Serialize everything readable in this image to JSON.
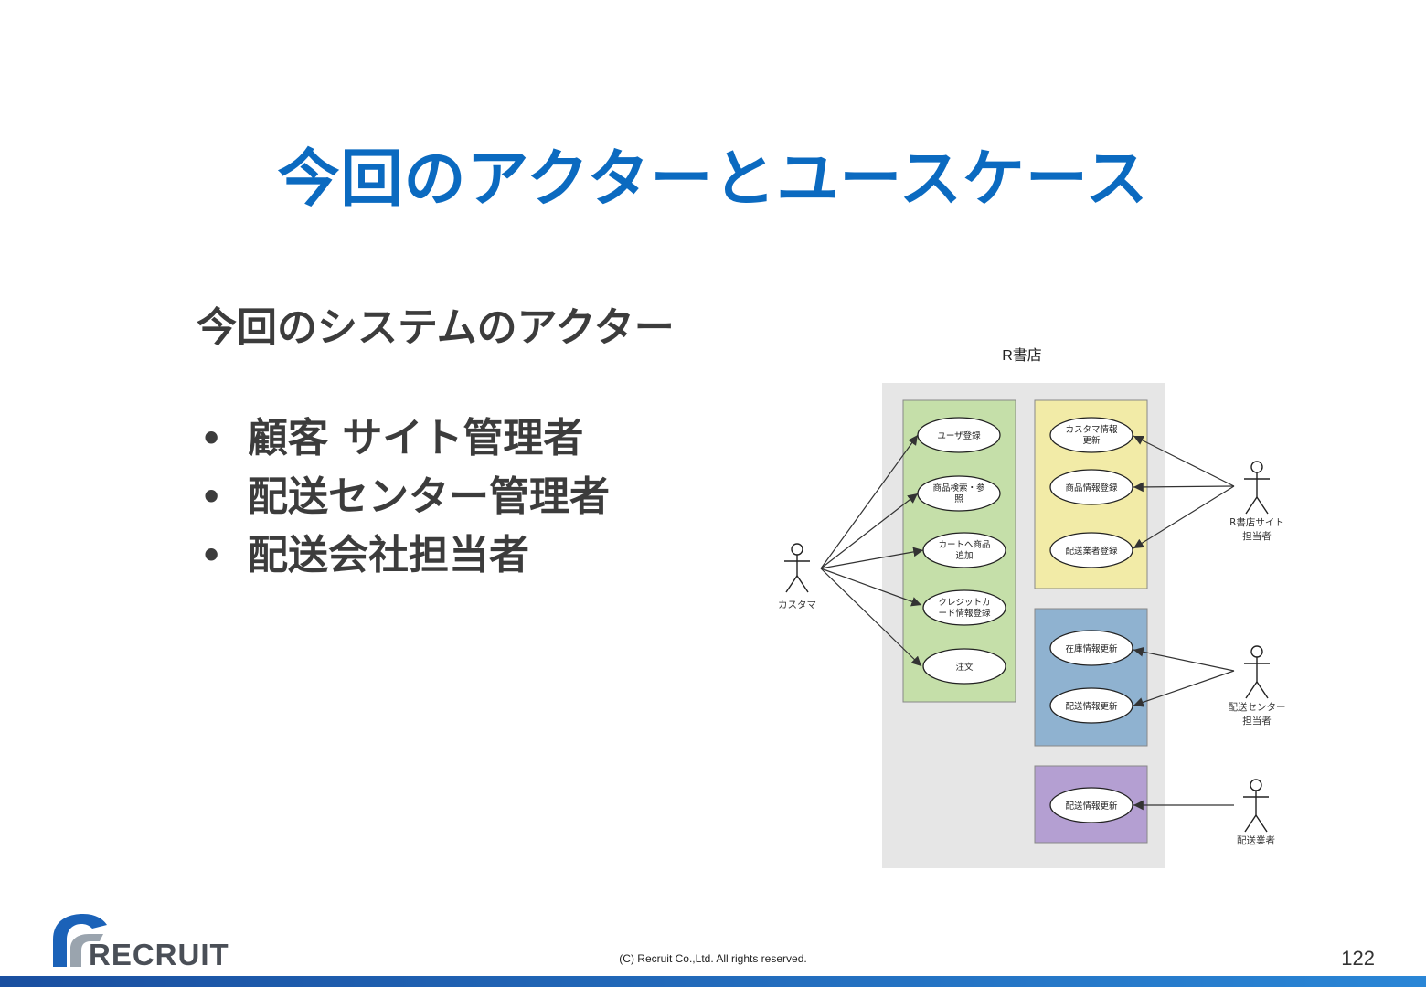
{
  "slide": {
    "title": "今回のアクターとユースケース",
    "subtitle": "今回のシステムのアクター",
    "bullets": [
      {
        "marker": "•",
        "text": "顧客 サイト管理者"
      },
      {
        "marker": "•",
        "text": "配送センター管理者"
      },
      {
        "marker": "•",
        "text": "配送会社担当者"
      }
    ],
    "copyright": "(C) Recruit Co.,Ltd. All rights reserved.",
    "page_number": "122",
    "logo_text": "RECRUIT"
  },
  "diagram": {
    "system_name": "R書店",
    "colors": {
      "system_bg": "#e6e6e6",
      "customer_group": "#c5dfa9",
      "site_group": "#f2eba7",
      "center_group": "#8fb2d0",
      "carrier_group": "#b49fd2"
    },
    "actors": {
      "customer": "カスタマ",
      "site": [
        "R書店サイト",
        "担当者"
      ],
      "center": [
        "配送センター",
        "担当者"
      ],
      "carrier": "配送業者"
    },
    "use_cases": {
      "user_register": [
        "ユーザ登録"
      ],
      "search": [
        "商品検索・参",
        "照"
      ],
      "add_cart": [
        "カートへ商品",
        "追加"
      ],
      "credit": [
        "クレジットカ",
        "ード情報登録"
      ],
      "order": [
        "注文"
      ],
      "customer_update": [
        "カスタマ情報",
        "更新"
      ],
      "product_register": [
        "商品情報登録"
      ],
      "carrier_register": [
        "配送業者登録"
      ],
      "stock_update": [
        "在庫情報更新"
      ],
      "delivery_update_center": [
        "配送情報更新"
      ],
      "delivery_update_carrier": [
        "配送情報更新"
      ]
    }
  }
}
